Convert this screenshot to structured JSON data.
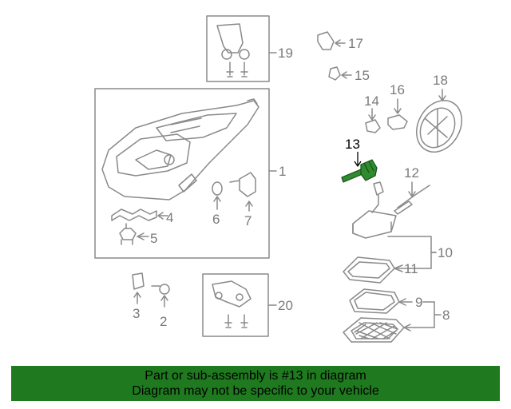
{
  "callouts": {
    "c1": "1",
    "c2": "2",
    "c3": "3",
    "c4": "4",
    "c5": "5",
    "c6": "6",
    "c7": "7",
    "c8": "8",
    "c9": "9",
    "c10": "10",
    "c11": "11",
    "c12": "12",
    "c13": "13",
    "c14": "14",
    "c15": "15",
    "c16": "16",
    "c17": "17",
    "c18": "18",
    "c19": "19",
    "c20": "20"
  },
  "highlight_part": "13",
  "banner": {
    "line1": "Part or sub-assembly is #13 in diagram",
    "line2": "Diagram may not be specific to your vehicle"
  },
  "colors": {
    "line": "#8a8a8a",
    "highlight": "#2e8b2e",
    "banner_bg": "#1f7a1f"
  }
}
